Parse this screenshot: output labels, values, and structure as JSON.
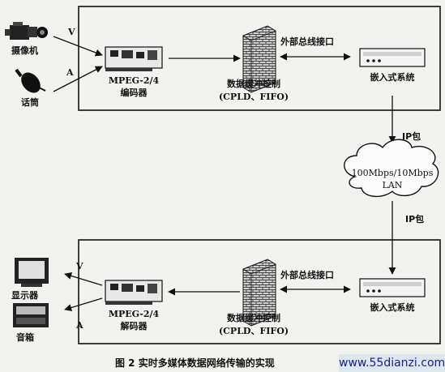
{
  "top_section": {
    "camera_label": "摄像机",
    "mic_label": "话筒",
    "v_label": "V",
    "a_label": "A",
    "encoder_label_1": "MPEG-2/4",
    "encoder_label_2": "编码器",
    "buffer_label_1": "数据缓冲控制",
    "buffer_label_2": "(CPLD、FIFO)",
    "bus_label": "外部总线接口",
    "embedded_label": "嵌入式系统"
  },
  "network": {
    "ip_label_top": "IP包",
    "cloud_line_1": "100Mbps/10Mbps",
    "cloud_line_2": "LAN",
    "ip_label_bottom": "IP包"
  },
  "bottom_section": {
    "display_label": "显示器",
    "speaker_label": "音箱",
    "v_label": "V",
    "a_label": "A",
    "decoder_label_1": "MPEG-2/4",
    "decoder_label_2": "解码器",
    "buffer_label_1": "数据缓冲控制",
    "buffer_label_2": "(CPLD、FIFO)",
    "bus_label": "外部总线接口",
    "embedded_label": "嵌入式系统"
  },
  "caption": "图 2  实时多媒体数据网络传输的实现",
  "watermark": "www.55dianzi.com"
}
